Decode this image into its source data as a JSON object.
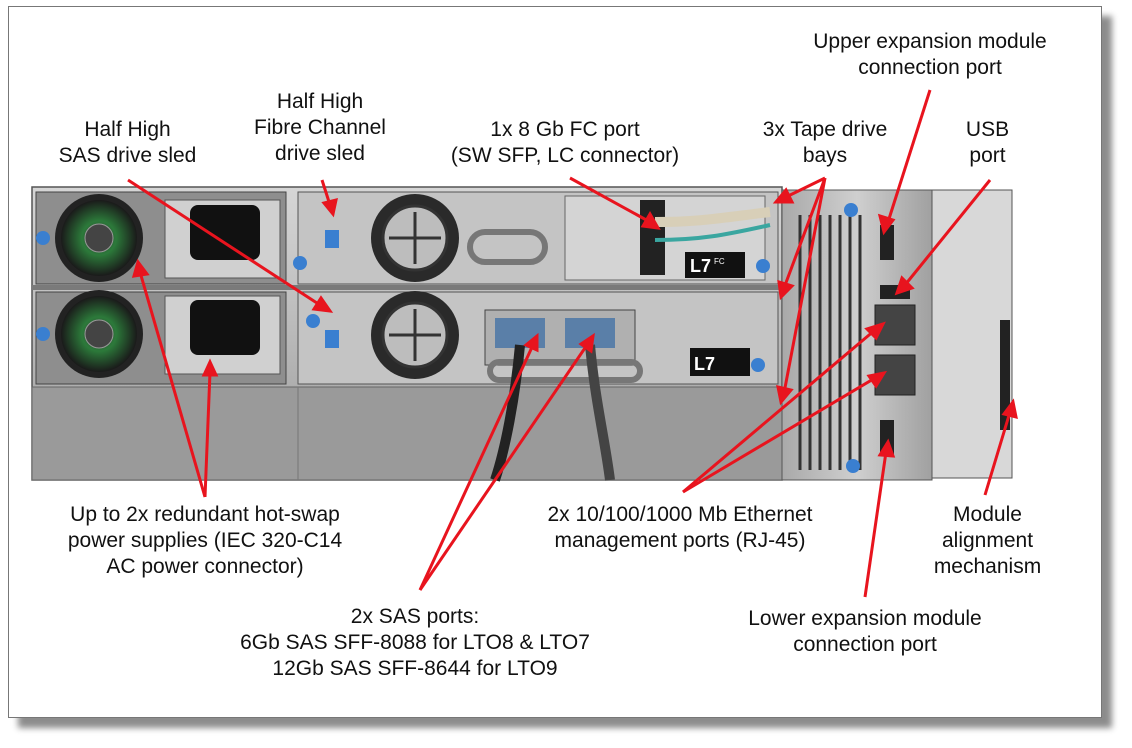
{
  "labels": {
    "upper_expansion": [
      "Upper expansion module",
      "connection port"
    ],
    "half_high_fc": [
      "Half High",
      "Fibre Channel",
      "drive sled"
    ],
    "half_high_sas": [
      "Half High",
      "SAS drive sled"
    ],
    "fc_port": [
      "1x 8 Gb FC port",
      "(SW SFP, LC connector)"
    ],
    "tape_bays": [
      "3x Tape drive",
      "bays"
    ],
    "usb": [
      "USB",
      "port"
    ],
    "power_supplies": [
      "Up to 2x redundant hot-swap",
      "power supplies (IEC 320-C14",
      "AC power connector)"
    ],
    "ethernet": [
      "2x 10/100/1000 Mb Ethernet",
      "management ports (RJ-45)"
    ],
    "alignment": [
      "Module",
      "alignment",
      "mechanism"
    ],
    "sas_ports": [
      "2x SAS ports:",
      "6Gb SAS SFF-8088 for LTO8 & LTO7",
      "12Gb SAS SFF-8644 for LTO9"
    ],
    "lower_expansion": [
      "Lower expansion module",
      "connection port"
    ]
  },
  "drive_badges": {
    "top": "L7",
    "top_sub": "FC",
    "bottom": "L7"
  },
  "colors": {
    "arrow": "#e8141e",
    "chassis": "#b9b9b9",
    "chassis_dark": "#6f6f6f",
    "connector_blue": "#3a7fd0"
  }
}
